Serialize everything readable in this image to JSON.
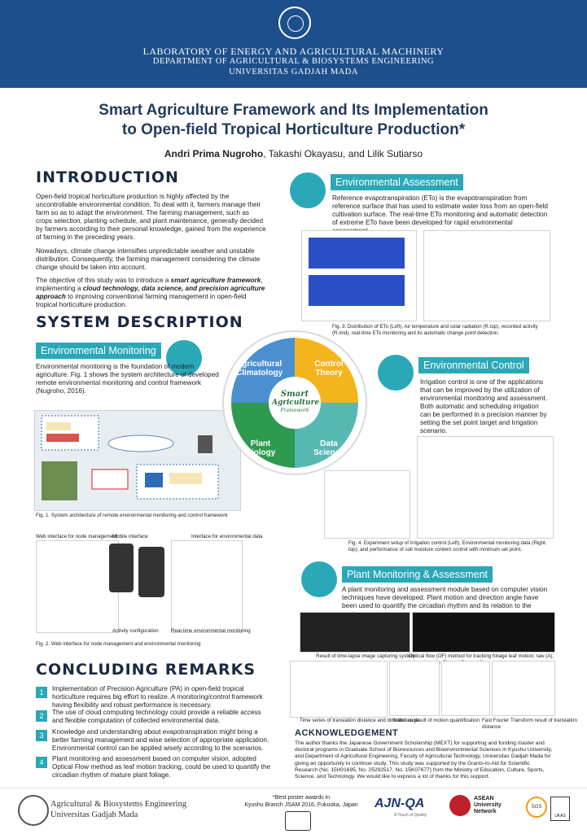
{
  "header": {
    "line1": "LABORATORY OF ENERGY AND AGRICULTURAL MACHINERY",
    "line2": "DEPARTMENT OF AGRICULTURAL & BIOSYSTEMS ENGINEERING",
    "line3": "UNIVERSITAS GADJAH MADA"
  },
  "title": {
    "line1": "Smart Agriculture Framework and Its Implementation",
    "line2": "to Open-field Tropical Horticulture Production*"
  },
  "authors": {
    "lead": "Andri Prima Nugroho",
    "rest": ", Takashi Okayasu, and Lilik Sutiarso"
  },
  "introduction": {
    "heading": "INTRODUCTION",
    "p1": "Open-field tropical horticulture production is highly affected by the uncontrollable environmental condition. To deal with it, farmers manage their farm so as to adapt the environment. The farming management, such as crops selection, planting schedule, and plant maintenance, generally decided by farmers according to their personal knowledge, gained from the experience of farming in the preceding years.",
    "p2": "Nowadays, climate change intensifies unpredictable weather and unstable distribution. Consequently, the farming management considering the climate change should be taken into account.",
    "p3a": "The objective of this study was to introduce a ",
    "p3b": "smart agriculture framework",
    "p3c": ", implementing a ",
    "p3d": "cloud technology, data science, and precision agriculture approach",
    "p3e": " to improving conventional farming management in open-field tropical horticulture production."
  },
  "system": {
    "heading": "SYSTEM DESCRIPTION",
    "env_mon_label": "Environmental Monitoring",
    "env_mon_text": "Environmental monitoring is the foundation of modern agriculture. Fig. 1 shows the system architecture of developed remote environmental monitoring and control framework (Nugroho, 2016).",
    "fig1_caption": "Fig. 1. System architecture of remote environmental monitoring and control framework",
    "fig2_caption": "Fig. 2. Web interface for node management and environmental monitoring",
    "web_labels": [
      "Web interface for node management",
      "Mobile interface",
      "Interface for environmental data",
      "Activity configuration",
      "Real-time environmental monitoring"
    ]
  },
  "center": {
    "q1": "Agricultural Climatology",
    "q2": "Control Theory",
    "q3": "Plant Biology",
    "q4": "Data Science",
    "logo_l1": "Smart",
    "logo_l2": "Agriculture",
    "logo_l3": "Framework"
  },
  "env_assessment": {
    "label": "Environmental Assessment",
    "text": "Reference evapotranspiration (ETo) is the evapotranspiration from reference surface that has used to estimate water loss from an open-field cultivation surface. The real-time ETo monitoring and automatic detection of extreme ETo have been developed for rapid environmental assessment.",
    "caption": "Fig. 3. Distribution of ETo (Left), Air temperature and solar radiation (R.top), recorded activity (R.mid), real-time ETo monitoring and its automatic change point detection."
  },
  "env_control": {
    "label": "Environmental Control",
    "text": "Irrigation control is one of the applications that can be improved by the utilization of environmental monitoring and assessment. Both automatic and scheduling irrigation can be performed in a precision manner by setting the set point target and Irrigation scenario.",
    "caption": "Fig. 4. Experiment setup of Irrigation control (Left), Environmental monitoring data (Right. top), and performance of soil moisture content control with minimum set point."
  },
  "plant": {
    "label": "Plant Monitoring & Assessment",
    "text": "A plant monitoring and assessment module based on computer vision techniques have developed. Plant motion and direction angle have been used to quantify the circadian rhythm and its relation to the environment.",
    "cap_a": "Result of time-lapse image capturing system",
    "cap_b": "Optical flow (OF) method for tracking foliage leaf motion; raw (A), Lukas-kanade (B), and Dense (C)",
    "cap_c": "Time series of translation distance and direction angle",
    "cap_d": "Statistics result of motion quantification",
    "cap_e": "Fast Fourier Transform result of translation distance"
  },
  "conclusion": {
    "heading": "CONCLUDING REMARKS",
    "items": [
      {
        "n": "1",
        "t": "Implementation of Precision Agriculture (PA) in open-field tropical horticulture requires big effort to realize. A monitoring/control framework having flexibility and robust performance is necessary."
      },
      {
        "n": "2",
        "t": "The use of cloud computing technology could provide a reliable access and flexible computation of collected environmental data."
      },
      {
        "n": "3",
        "t": "Knowledge and understanding about evapotranspiration might bring a better farming management and wise selection of appropriate application. Environmental control can be applied wisely according to the scenarios."
      },
      {
        "n": "4",
        "t": "Plant monitoring and assessment based on computer vision, adopted Optical Flow method as leaf motion tracking, could be used to quantify the circadian rhythm of mature plant foliage."
      }
    ]
  },
  "acknowledgement": {
    "heading": "ACKNOWLEDGEMENT",
    "text": "The author thanks the Japanese Government Scholarship (MEXT) for supporting and funding master and doctoral programs in Graduate School of Bioresources and Bioenvironmental Sciences in Kyushu University, and Department of Agricultural Engineering, Faculty of Agricultural Technology, Universitas Gadjah Mada for giving an opportunity to continue study. This study was supported by the Grants-in-Aid for Scientific Research (No. 15H01695, No. 25292517, No. 15K07677) from the Ministry of Education, Culture, Sports, Science, and Technology. We would like to express a lot of thanks for this support."
  },
  "footer": {
    "dept1": "Agricultural & Biosystems Engineering",
    "dept2": "Universitas Gadjah Mada",
    "award1": "*Best poster awards in",
    "award2": "Kyushu Branch JSAM 2016, Fukuoka, Japan",
    "ajn": "AJN-QA",
    "ajn_sub": "A Touch of Quality",
    "asean1": "ASEAN",
    "asean2": "University",
    "asean3": "Network",
    "sgs": "SGS",
    "ukas": "UKAS"
  },
  "colors": {
    "header": "#1d4f8c",
    "teal": "#2aa8b8",
    "blue_q": "#4a8fd0",
    "yellow_q": "#f4b41b",
    "green_q": "#2d9a4f",
    "teal_q": "#57b7b3"
  }
}
